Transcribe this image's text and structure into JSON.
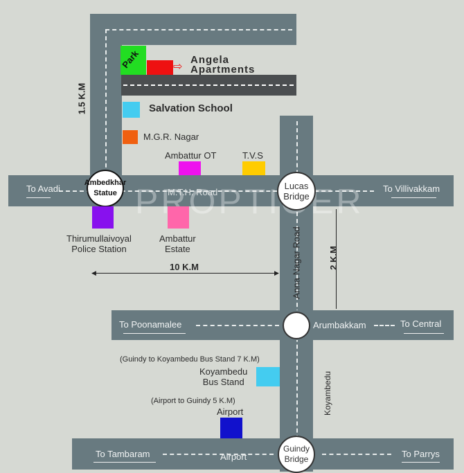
{
  "landmarks": {
    "park": "Park",
    "angela": "Angela",
    "apartments": "Apartments",
    "salvation_school": "Salvation School",
    "mgr_nagar": "M.G.R. Nagar",
    "ambattur_ot": "Ambattur OT",
    "tvs": "T.V.S",
    "police_line1": "Thirumullaivoyal",
    "police_line2": "Police Station",
    "estate_line1": "Ambattur",
    "estate_line2": "Estate",
    "bus_note": "(Guindy to Koyambedu Bus Stand 7 K.M)",
    "bus_line1": "Koyambedu",
    "bus_line2": "Bus Stand",
    "airport_note": "(Airport to Guindy 5 K.M)",
    "airport": "Airport"
  },
  "junctions": {
    "ambedkhar_line1": "Ambedkhar",
    "ambedkhar_line2": "Statue",
    "lucas_line1": "Lucas",
    "lucas_line2": "Bridge",
    "guindy_line1": "Guindy",
    "guindy_line2": "Bridge",
    "arumbakkam": "Arumbakkam"
  },
  "roads": {
    "mth": "M.T.H. Road",
    "anna_nagar": "Anna Nagar Road",
    "koyambedu": "Koyambedu",
    "airport_road": "Airport"
  },
  "directions": {
    "avadi": "To Avadi",
    "villivakkam": "To Villivakkam",
    "poonamalee": "To Poonamalee",
    "central": "To Central",
    "tambaram": "To Tambaram",
    "parrys": "To Parrys"
  },
  "distances": {
    "d15": "1.5 K.M",
    "d10": "10 K.M",
    "d2": "2 K.M"
  },
  "watermark": "PROPTIGER",
  "colors": {
    "road": "#687a80",
    "park": "#22dd22",
    "apartment": "#ee1111"
  }
}
